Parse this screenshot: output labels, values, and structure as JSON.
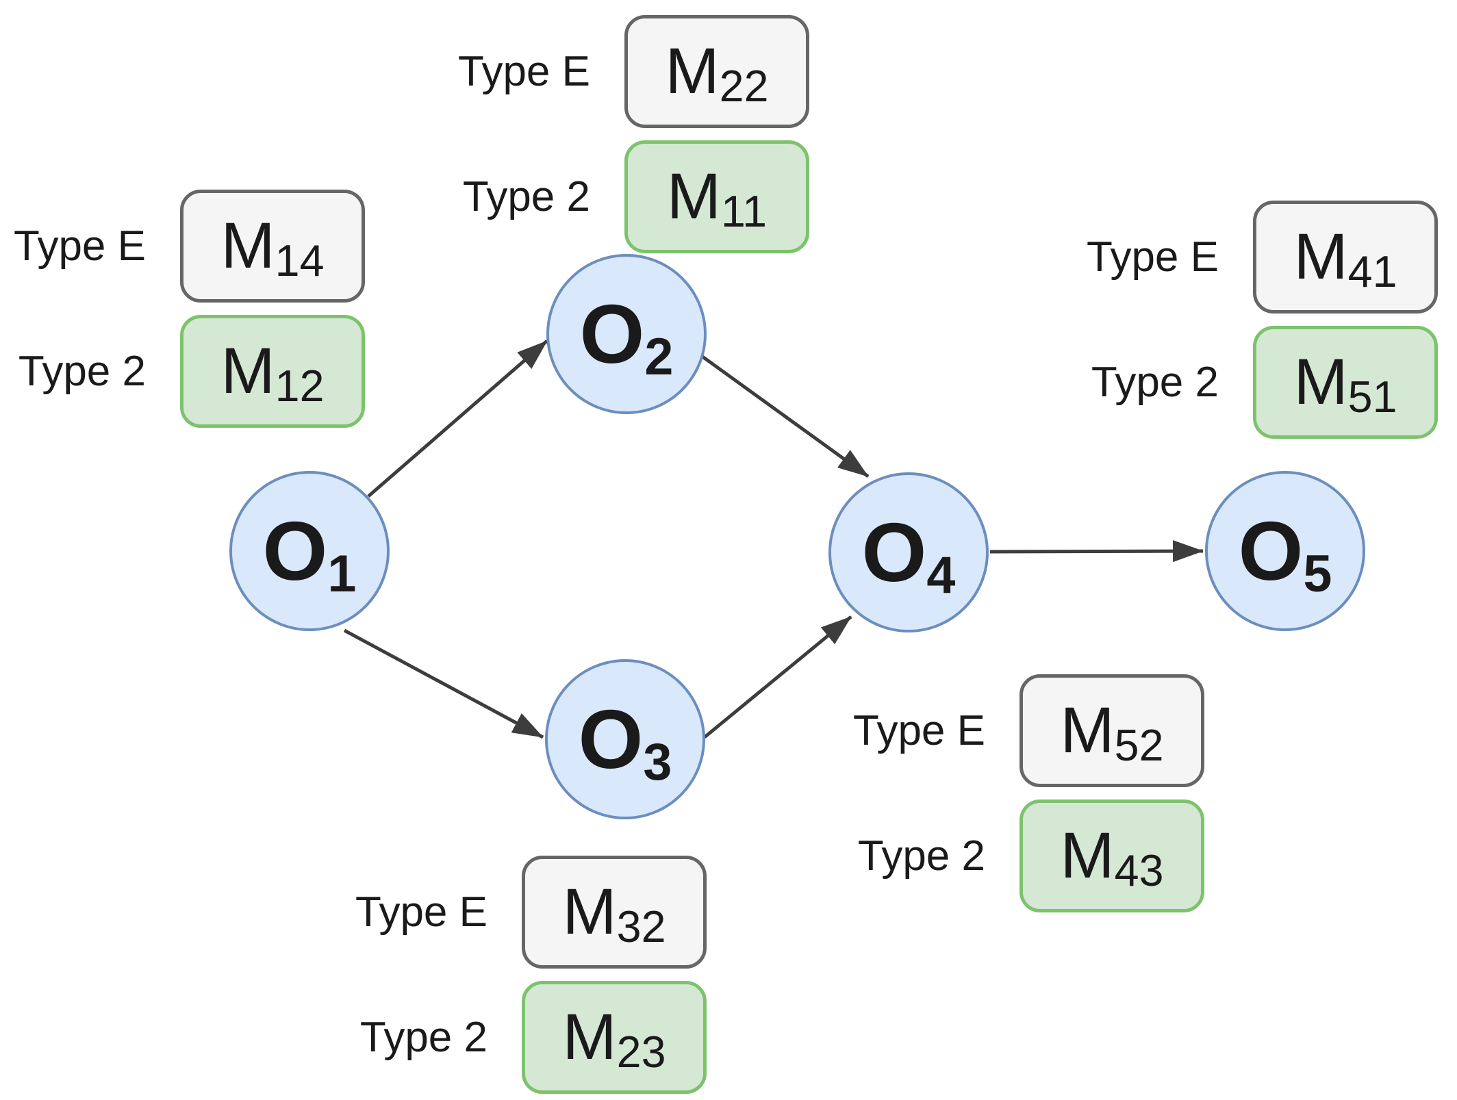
{
  "diagram": {
    "nodes": [
      {
        "id": "O1",
        "label": "O",
        "sub": "1"
      },
      {
        "id": "O2",
        "label": "O",
        "sub": "2"
      },
      {
        "id": "O3",
        "label": "O",
        "sub": "3"
      },
      {
        "id": "O4",
        "label": "O",
        "sub": "4"
      },
      {
        "id": "O5",
        "label": "O",
        "sub": "5"
      }
    ],
    "edges": [
      {
        "from": "O1",
        "to": "O2"
      },
      {
        "from": "O1",
        "to": "O3"
      },
      {
        "from": "O2",
        "to": "O4"
      },
      {
        "from": "O3",
        "to": "O4"
      },
      {
        "from": "O4",
        "to": "O5"
      }
    ],
    "machine_groups": [
      {
        "position": "upper-left",
        "rows": [
          {
            "type_label": "Type E",
            "machine": "M",
            "sub": "14",
            "variant": "type-e"
          },
          {
            "type_label": "Type 2",
            "machine": "M",
            "sub": "12",
            "variant": "type-2"
          }
        ]
      },
      {
        "position": "top-center",
        "rows": [
          {
            "type_label": "Type E",
            "machine": "M",
            "sub": "22",
            "variant": "type-e"
          },
          {
            "type_label": "Type 2",
            "machine": "M",
            "sub": "11",
            "variant": "type-2"
          }
        ]
      },
      {
        "position": "upper-right",
        "rows": [
          {
            "type_label": "Type E",
            "machine": "M",
            "sub": "41",
            "variant": "type-e"
          },
          {
            "type_label": "Type 2",
            "machine": "M",
            "sub": "51",
            "variant": "type-2"
          }
        ]
      },
      {
        "position": "bottom-center",
        "rows": [
          {
            "type_label": "Type E",
            "machine": "M",
            "sub": "32",
            "variant": "type-e"
          },
          {
            "type_label": "Type 2",
            "machine": "M",
            "sub": "23",
            "variant": "type-2"
          }
        ]
      },
      {
        "position": "mid-right",
        "rows": [
          {
            "type_label": "Type E",
            "machine": "M",
            "sub": "52",
            "variant": "type-e"
          },
          {
            "type_label": "Type 2",
            "machine": "M",
            "sub": "43",
            "variant": "type-2"
          }
        ]
      }
    ],
    "colors": {
      "node_fill": "#dae8fc",
      "node_border": "#6c8ebf",
      "type_e_fill": "#f5f5f5",
      "type_e_border": "#666666",
      "type_2_fill": "#d5e8d4",
      "type_2_border": "#7cc36c",
      "edge": "#3d3d3d",
      "text": "#1a1a1a"
    }
  }
}
